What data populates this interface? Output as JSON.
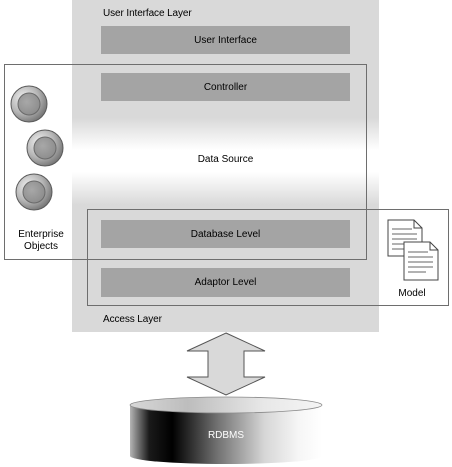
{
  "diagram": {
    "user_interface_layer_label": "User Interface Layer",
    "access_layer_label": "Access Layer",
    "user_interface_bar": "User Interface",
    "controller_bar": "Controller",
    "data_source_label": "Data Source",
    "database_level_bar": "Database Level",
    "adaptor_level_bar": "Adaptor Level",
    "enterprise_objects_label_line1": "Enterprise",
    "enterprise_objects_label_line2": "Objects",
    "model_label": "Model",
    "rdbms_label": "RDBMS"
  }
}
